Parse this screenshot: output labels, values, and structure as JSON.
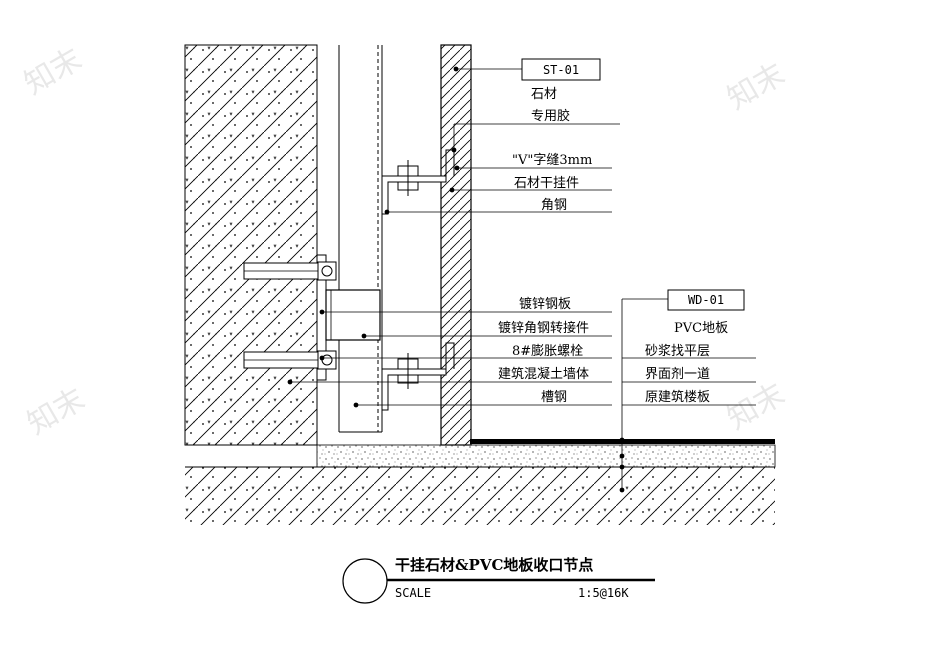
{
  "watermark": "知末",
  "tags": {
    "stone": "ST-01",
    "floor": "WD-01"
  },
  "labels_top": {
    "stone": "石材",
    "glue": "专用胶",
    "v_joint": "\"V\"字缝3mm",
    "stone_hanger": "石材干挂件",
    "angle_steel": "角钢"
  },
  "labels_left": {
    "galv_plate": "镀锌钢板",
    "galv_angle_adapter": "镀锌角钢转接件",
    "expansion_bolt": "8#膨胀螺栓",
    "concrete_wall": "建筑混凝土墙体",
    "channel_steel": "槽钢"
  },
  "labels_right": {
    "pvc_floor": "PVC地板",
    "mortar": "砂浆找平层",
    "interface_agent": "界面剂一道",
    "slab": "原建筑楼板"
  },
  "title_block": {
    "title": "干挂石材&PVC地板收口节点",
    "scale_label": "SCALE",
    "scale_value": "1:5@16K"
  }
}
